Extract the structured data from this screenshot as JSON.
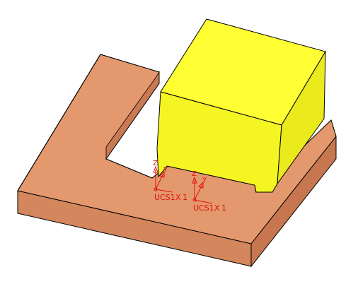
{
  "viewport": {
    "background": "#ffffff"
  },
  "colors": {
    "base_top": "#e3986d",
    "base_front": "#d4865c",
    "base_side": "#c7774f",
    "base_inner": "#c97a53",
    "edge": "#000000",
    "cube_front": "#f5f524",
    "cube_top": "#ffff33",
    "cube_side": "#eaea1c",
    "ucs_color": "#e01010"
  },
  "base_part": {
    "icon": "l-shaped-base-part"
  },
  "cube_part": {
    "icon": "cube-part"
  },
  "ucs_triads": [
    {
      "z_label": "Z",
      "y_label": "Y",
      "x_label": "X",
      "name_label": "UCS1",
      "index_label": "1"
    },
    {
      "z_label": "Z",
      "y_label": "Y",
      "x_label": "X",
      "name_label": "UCS1",
      "index_label": "1"
    }
  ]
}
